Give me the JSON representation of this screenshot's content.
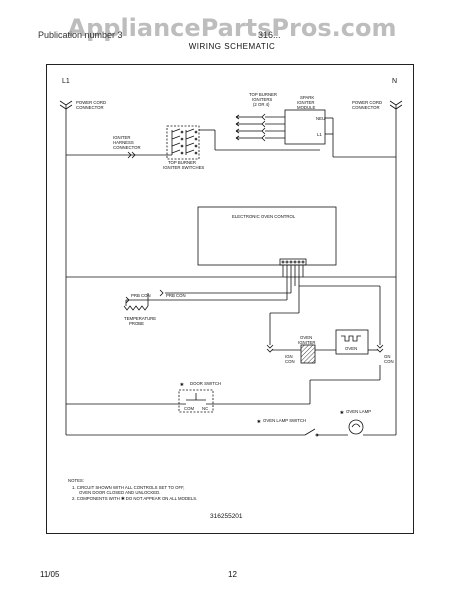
{
  "watermark": "AppliancePartsPros.com",
  "header": {
    "left": "Publication number 3",
    "right": "316..."
  },
  "title": "WIRING SCHEMATIC",
  "labels": {
    "l1": "L1",
    "n": "N",
    "power_cord_left_1": "POWER CORD",
    "power_cord_left_2": "CONNECTOR",
    "power_cord_right_1": "POWER CORD",
    "power_cord_right_2": "CONNECTOR",
    "igniter_harness_1": "IGNITER",
    "igniter_harness_2": "HARNESS",
    "igniter_harness_3": "CONNECTOR",
    "top_burner_ign_1": "TOP BURNER",
    "top_burner_ign_2": "IGNITERS",
    "top_burner_ign_3": "(2 OR 4)",
    "spark_module_1": "SPARK",
    "spark_module_2": "IGNITER",
    "spark_module_3": "MODULE",
    "top_burner_sw_1": "TOP BURNER",
    "top_burner_sw_2": "IGNITER SWITCHES",
    "neu": "NEU",
    "l1_small": "L1",
    "eoc": "ELECTRONIC OVEN CONTROL",
    "prb_con_1": "PRB CON",
    "prb_con_2": "PRB CON",
    "temp_probe_1": "TEMPERATURE",
    "temp_probe_2": "PROBE",
    "oven_igniter_1": "OVEN",
    "oven_igniter_2": "IGNITER",
    "oven": "OVEN",
    "ign_con_1": "IGN",
    "ign_con_2": "CON",
    "gn_con_1": "GN",
    "gn_con_2": "CON",
    "door_switch": "DOOR SWITCH",
    "com": "COM",
    "nc": "NC",
    "oven_lamp_switch": "OVEN LAMP SWITCH",
    "oven_lamp": "OVEN LAMP"
  },
  "notes": {
    "heading": "NOTES:",
    "n1a": "1. CIRCUIT SHOWN WITH ALL CONTROLS SET TO OFF,",
    "n1b": "OVEN DOOR CLOSED AND UNLOCKED.",
    "n2": "2. COMPONENTS WITH ✱ DO NOT APPEAR ON ALL MODELS."
  },
  "part_number": "316255201",
  "footer": {
    "date": "11/05",
    "page": "12"
  }
}
